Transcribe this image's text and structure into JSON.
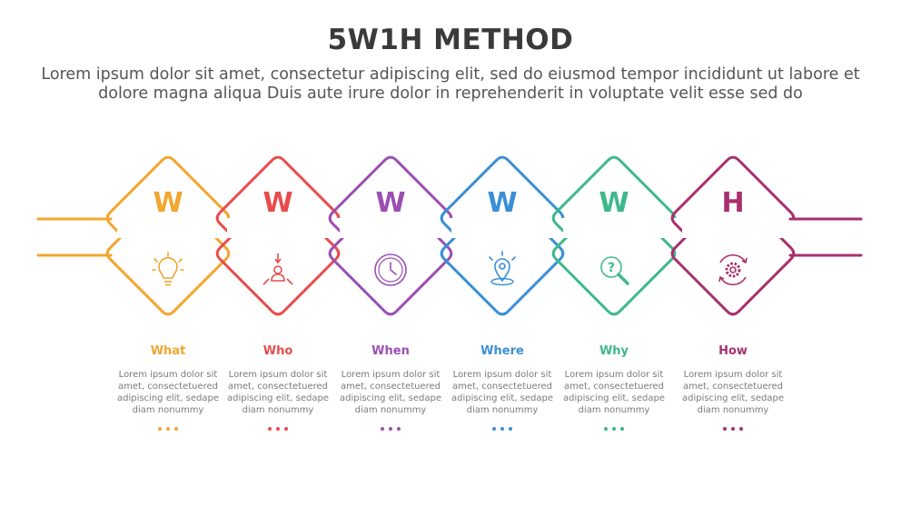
{
  "title": "5W1H METHOD",
  "subtitle": "Lorem ipsum dolor sit amet, consectetur adipiscing elit, sed do eiusmod tempor incididunt ut labore et dolore magna aliqua Duis aute irure dolor in reprehenderit in voluptate velit esse sed do",
  "items": [
    {
      "letter": "W",
      "label": "What",
      "color": "#f3a530",
      "icon": "lightbulb-icon",
      "desc": "Lorem ipsum dolor sit amet, consectetuered adipiscing elit, sedape diam nonummy"
    },
    {
      "letter": "W",
      "label": "Who",
      "color": "#e84c4c",
      "icon": "person-focus-icon",
      "desc": "Lorem ipsum dolor sit amet, consectetuered adipiscing elit, sedape diam nonummy"
    },
    {
      "letter": "W",
      "label": "When",
      "color": "#9b4fb3",
      "icon": "clock-icon",
      "desc": "Lorem ipsum dolor sit amet, consectetuered adipiscing elit, sedape diam nonummy"
    },
    {
      "letter": "W",
      "label": "Where",
      "color": "#3a8fd6",
      "icon": "location-pin-icon",
      "desc": "Lorem ipsum dolor sit amet, consectetuered adipiscing elit, sedape diam nonummy"
    },
    {
      "letter": "W",
      "label": "Why",
      "color": "#3fb98a",
      "icon": "question-magnifier-icon",
      "desc": "Lorem ipsum dolor sit amet, consectetuered adipiscing elit, sedape diam nonummy"
    },
    {
      "letter": "H",
      "label": "How",
      "color": "#a8306f",
      "icon": "gear-cycle-icon",
      "desc": "Lorem ipsum dolor sit amet, consectetuered adipiscing elit, sedape diam nonummy"
    }
  ]
}
